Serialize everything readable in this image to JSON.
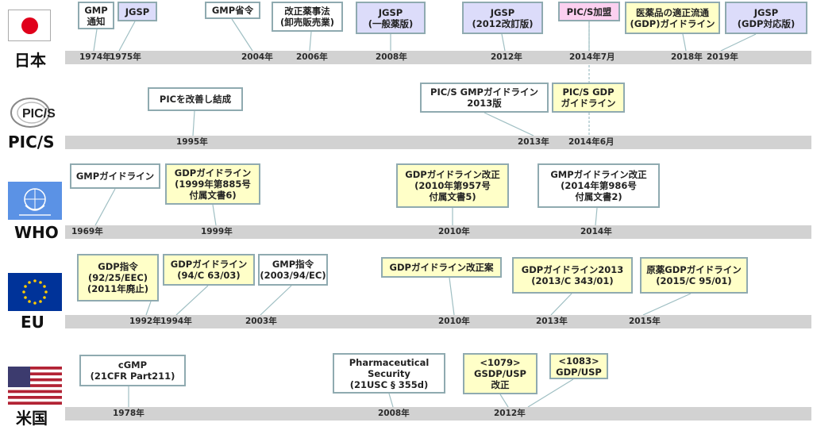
{
  "rows": {
    "japan": {
      "label": "日本"
    },
    "pics": {
      "label": "PIC/S",
      "logo_text": "PIC/S"
    },
    "who": {
      "label": "WHO"
    },
    "eu": {
      "label": "EU"
    },
    "us": {
      "label": "米国"
    }
  },
  "years": {
    "jp": [
      "1974年",
      "1975年",
      "2004年",
      "2006年",
      "2008年",
      "2012年",
      "2014年7月",
      "2018年",
      "2019年"
    ],
    "pics": [
      "1995年",
      "2013年",
      "2014年6月"
    ],
    "who": [
      "1969年",
      "1999年",
      "2010年",
      "2014年"
    ],
    "eu": [
      "1992年",
      "1994年",
      "2003年",
      "2010年",
      "2013年",
      "2015年"
    ],
    "us": [
      "1978年",
      "2008年",
      "2012年"
    ]
  },
  "boxes": {
    "jp": [
      "GMP\n通知",
      "JGSP",
      "GMP省令",
      "改正薬事法\n(卸売販売業)",
      "JGSP\n(一般薬版)",
      "JGSP\n(2012改訂版)",
      "PIC/S加盟",
      "医薬品の適正流通\n(GDP)ガイドライン",
      "JGSP\n(GDP対応版)"
    ],
    "pics": [
      "PICを改善し結成",
      "PIC/S GMPガイドライン\n2013版",
      "PIC/S GDP\nガイドライン"
    ],
    "who": [
      "GMPガイドライン",
      "GDPガイドライン\n(1999年第885号\n付属文書6)",
      "GDPガイドライン改正\n(2010年第957号\n付属文書5)",
      "GMPガイドライン改正\n(2014年第986号\n付属文書2)"
    ],
    "eu": [
      "GDP指令\n(92/25/EEC)\n(2011年廃止)",
      "GDPガイドライン\n(94/C 63/03)",
      "GMP指令\n(2003/94/EC)",
      "GDPガイドライン改正案",
      "GDPガイドライン2013\n(2013/C 343/01)",
      "原薬GDPガイドライン\n(2015/C 95/01)"
    ],
    "us": [
      "cGMP\n(21CFR Part211)",
      "Pharmaceutical\nSecurity\n(21USC § 355d)",
      "<1079>\nGSDP/USP\n改正",
      "<1083>\nGDP/USP"
    ]
  },
  "colors": {
    "bar": "#d2d2d2",
    "border": "#8faab0",
    "yellow": "#ffffc8",
    "purple": "#dcdcfa",
    "pink": "#fcd0f0",
    "connector": "#9fbfc3"
  }
}
